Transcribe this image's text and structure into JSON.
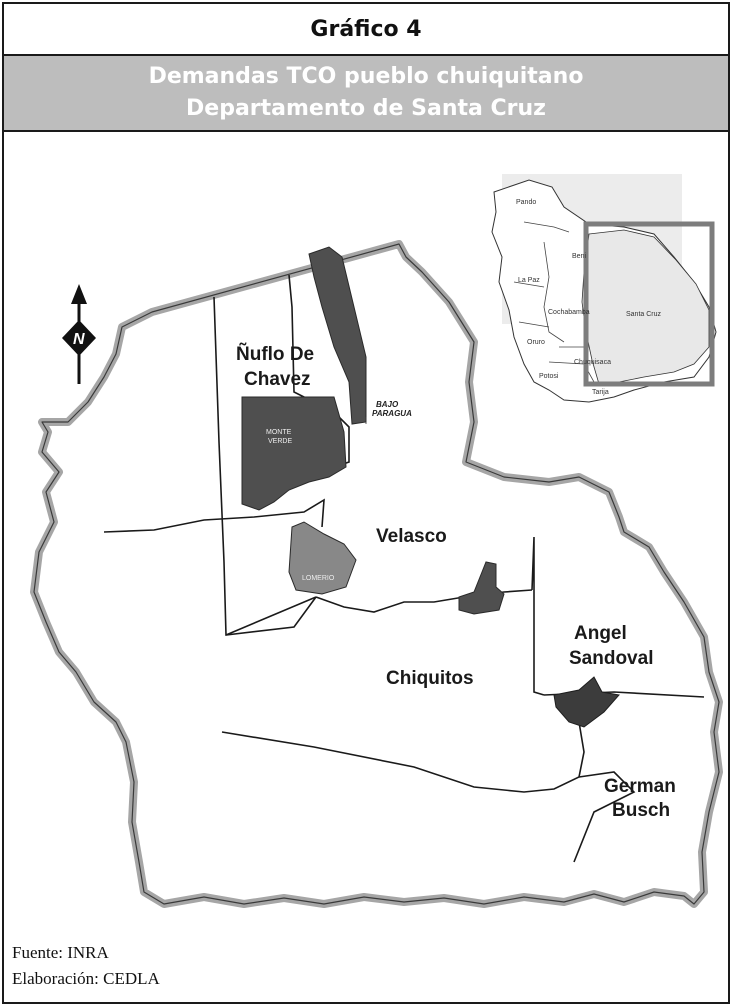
{
  "figure": {
    "number": "Gráfico 4",
    "title_line1": "Demandas TCO pueblo chuiquitano",
    "title_line2": "Departamento de Santa Cruz"
  },
  "map": {
    "provinces": {
      "nuflo_line1": "Ñuflo De",
      "nuflo_line2": "Chavez",
      "velasco": "Velasco",
      "chiquitos": "Chiquitos",
      "sandoval_line1": "Angel",
      "sandoval_line2": "Sandoval",
      "busch_line1": "German",
      "busch_line2": "Busch"
    },
    "tco_labels": {
      "bajo_paragua_line1": "BAJO",
      "bajo_paragua_line2": "PARAGUA",
      "monte_verde_line1": "MONTE",
      "monte_verde_line2": "VERDE",
      "lomerio": "LOMERIO"
    },
    "inset_labels": {
      "pando": "Pando",
      "beni": "Beni",
      "la_paz": "La Paz",
      "cochabamba": "Cochabamba",
      "santa_cruz": "Santa Cruz",
      "oruro": "Oruro",
      "chuquisaca": "Chuquisaca",
      "potosi": "Potosi",
      "tarija": "Tarija"
    },
    "north_arrow_letter": "N",
    "colors": {
      "border": "#a6a6a6",
      "tco_fill": "#4f4f4f",
      "lomerio_fill": "#888888",
      "inset_highlight": "#7d7d7d"
    }
  },
  "footer": {
    "source": "Fuente: INRA",
    "elaboration": "Elaboración: CEDLA"
  }
}
